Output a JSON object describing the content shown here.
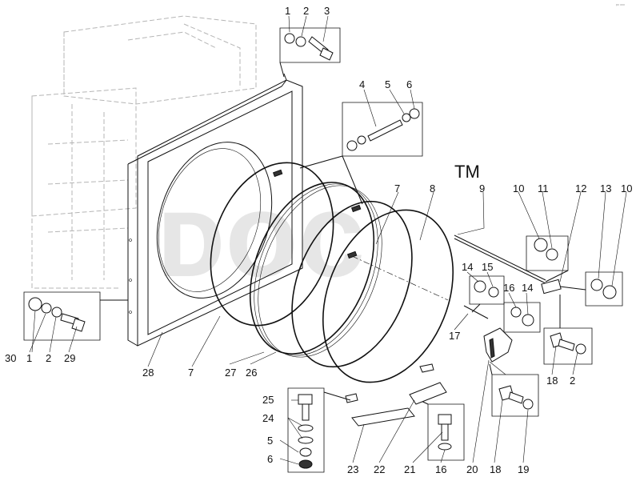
{
  "watermark": "ᴅᴏᴄ",
  "trademark": "TM",
  "corner_mark": "ᵖᵒ ᵒᵒᵒ",
  "callouts": {
    "c1a": "1",
    "c2a": "2",
    "c3": "3",
    "c4": "4",
    "c5a": "5",
    "c6a": "6",
    "c7a": "7",
    "c8": "8",
    "c9": "9",
    "c10a": "10",
    "c11": "11",
    "c12": "12",
    "c13": "13",
    "c10b": "10",
    "c14a": "14",
    "c15": "15",
    "c16a": "16",
    "c14b": "14",
    "c17": "17",
    "c18a": "18",
    "c2b": "2",
    "c30": "30",
    "c1b": "1",
    "c2c": "2",
    "c29": "29",
    "c28": "28",
    "c7b": "7",
    "c27": "27",
    "c26": "26",
    "c25": "25",
    "c24": "24",
    "c5b": "5",
    "c6b": "6",
    "c23": "23",
    "c22": "22",
    "c21": "21",
    "c16b": "16",
    "c20": "20",
    "c18b": "18",
    "c19": "19"
  }
}
